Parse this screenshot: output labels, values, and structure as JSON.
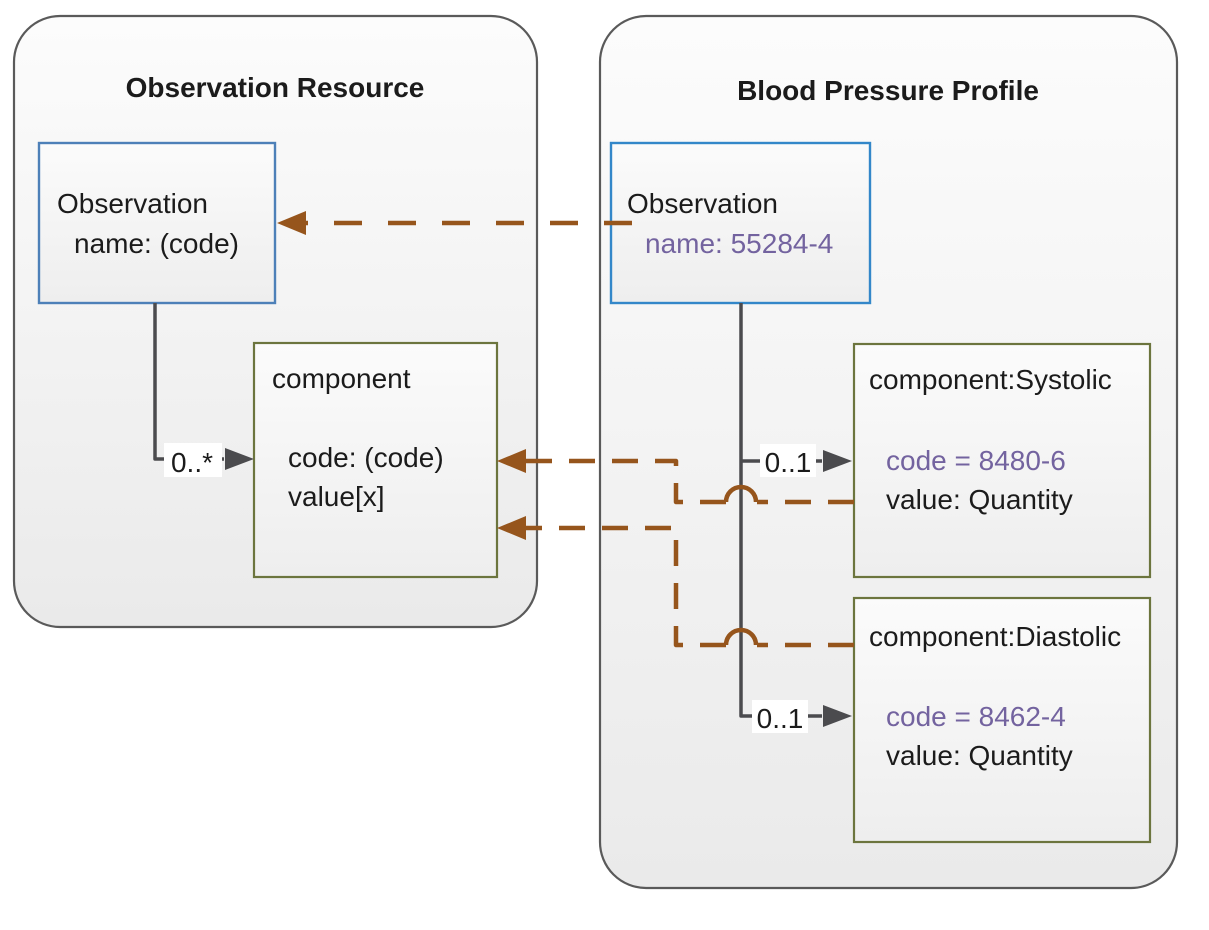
{
  "colors": {
    "accent-brown": "#96551c",
    "accent-purple": "#73639f",
    "blue-left": "#4d80b8",
    "blue-right": "#3387c9",
    "olive": "#6c753e",
    "gray-border": "#5a5a5a",
    "line-dark": "#4b4b4e",
    "text": "#1b1b1b"
  },
  "icons": {
    "solid-arrowhead": "filled-triangle-right",
    "dashed-arrowhead": "filled-triangle-left",
    "line-hop": "semicircle-jump-over-line"
  },
  "left_panel": {
    "title": "Observation Resource",
    "observation_box": {
      "title": "Observation",
      "attr_name": "name: (code)"
    },
    "component_box": {
      "title": "component",
      "attr_code": "code: (code)",
      "attr_value": "value[x]"
    },
    "multiplicity_component": "0..*"
  },
  "right_panel": {
    "title": "Blood Pressure Profile",
    "observation_box": {
      "title": "Observation",
      "attr_name": "name: 55284-4"
    },
    "systolic_box": {
      "title": "component:Systolic",
      "attr_code": "code = 8480-6",
      "attr_value": "value: Quantity"
    },
    "diastolic_box": {
      "title": "component:Diastolic",
      "attr_code": "code = 8462-4",
      "attr_value": "value: Quantity"
    },
    "multiplicity_systolic": "0..1",
    "multiplicity_diastolic": "0..1"
  }
}
